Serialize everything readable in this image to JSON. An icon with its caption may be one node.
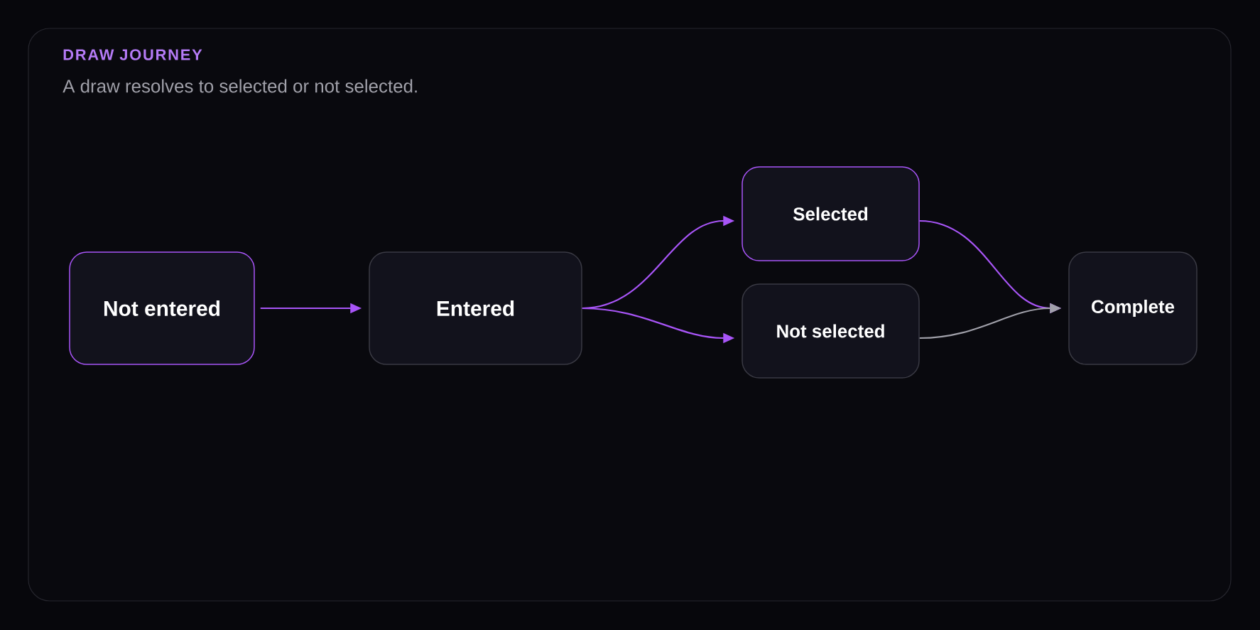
{
  "diagram": {
    "title": "DRAW JOURNEY",
    "caption": "A draw resolves to selected or not selected.",
    "nodes": [
      {
        "text": [
          "Not entered"
        ]
      },
      {
        "text": [
          "Entered"
        ]
      },
      {
        "text": [
          "Selected"
        ]
      },
      {
        "text": [
          "Not selected"
        ]
      },
      {
        "text": [
          "Complete"
        ]
      }
    ],
    "edges": [
      {
        "from": 0,
        "to": 1,
        "arrow": "to"
      },
      {
        "from": 1,
        "to": 2,
        "arrow": "to"
      },
      {
        "from": 1,
        "to": 3,
        "arrow": "to"
      },
      {
        "from": 2,
        "to": 4,
        "arrow": "to"
      },
      {
        "from": 3,
        "to": 4,
        "arrow": "to",
        "color": "#a1a1aa"
      }
    ]
  }
}
